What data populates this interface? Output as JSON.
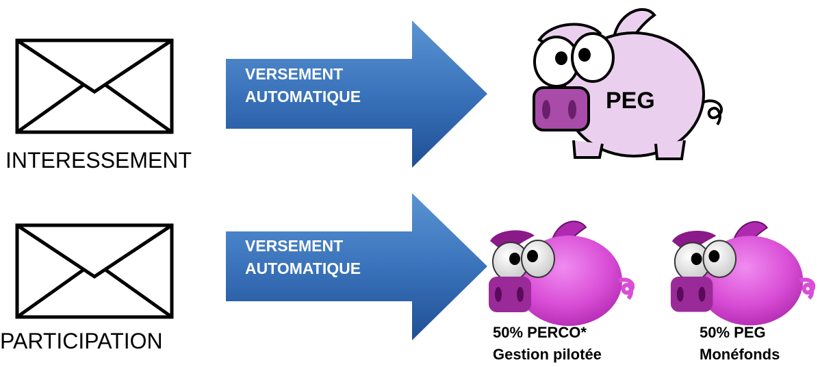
{
  "rows": [
    {
      "source_label": "INTERESSEMENT",
      "arrow_line1": "VERSEMENT",
      "arrow_line2": "AUTOMATIQUE",
      "target_label": "PEG"
    },
    {
      "source_label": "PARTICIPATION",
      "arrow_line1": "VERSEMENT",
      "arrow_line2": "AUTOMATIQUE",
      "targets": [
        {
          "line1": "50% PERCO*",
          "line2": "Gestion pilotée"
        },
        {
          "line1": "50% PEG",
          "line2": "Monéfonds"
        }
      ]
    }
  ],
  "colors": {
    "arrow_top": "#4a86c8",
    "arrow_bottom": "#1f4f94",
    "pig_light": "#ead0ee",
    "pig_light_snout": "#a94ba8",
    "pig_bright": "#d94ed6",
    "pig_bright_snout": "#9a2a98"
  }
}
